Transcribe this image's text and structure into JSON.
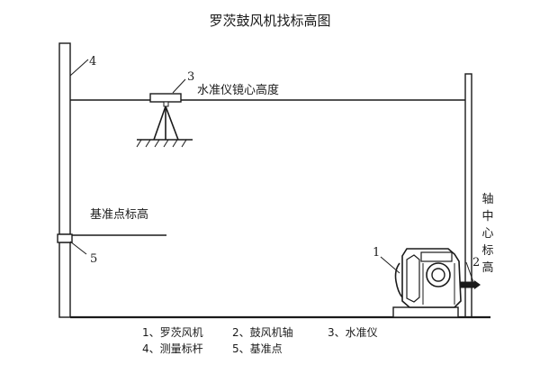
{
  "title": "罗茨鼓风机找标高图",
  "labels": {
    "mirror_height": "水准仪镜心高度",
    "benchmark_elevation": "基准点标高",
    "axis_center_elevation": [
      "轴",
      "中",
      "心",
      "标",
      "高"
    ]
  },
  "callouts": {
    "n1": "1",
    "n2": "2",
    "n3": "3",
    "n4": "4",
    "n5": "5"
  },
  "legend": {
    "row1": [
      "1、罗茨风机",
      "2、鼓风机轴",
      "3、水准仪"
    ],
    "row2": [
      "4、测量标杆",
      "5、基准点"
    ]
  }
}
